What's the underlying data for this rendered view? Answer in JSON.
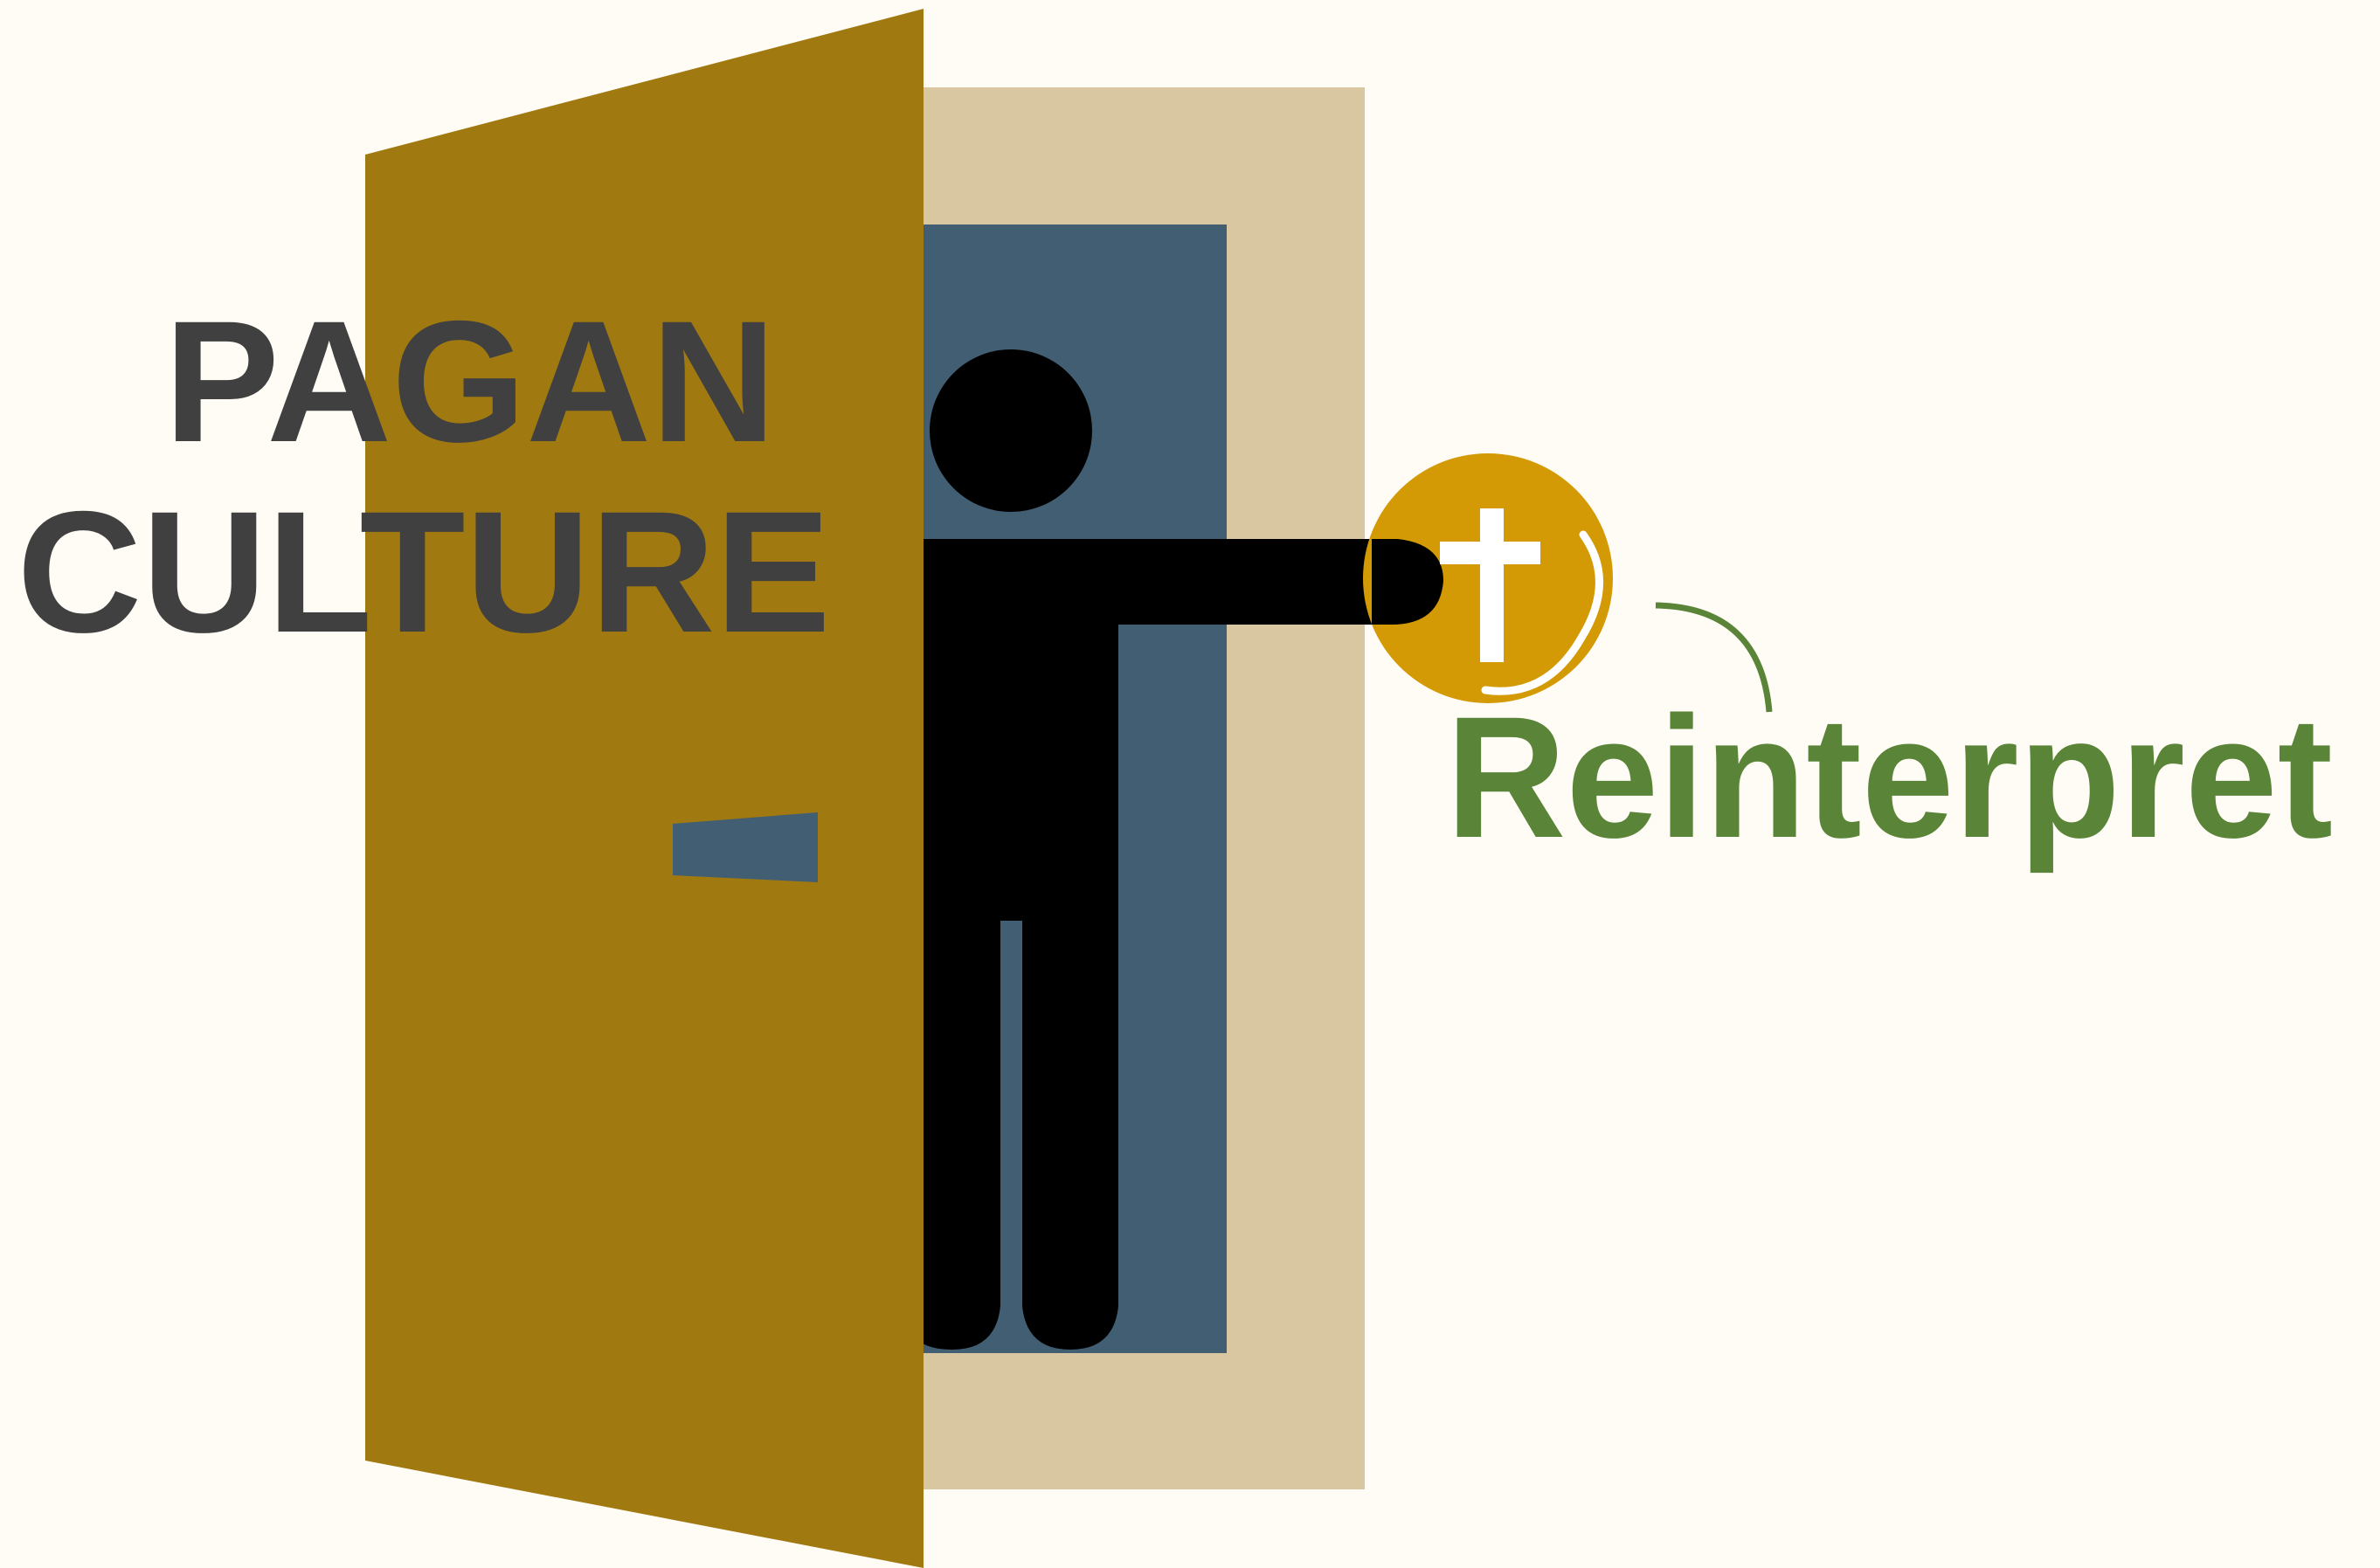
{
  "labels": {
    "pagan_line1": "PAGAN",
    "pagan_line2": "CULTURE",
    "reinterpret": "Reinterpret"
  },
  "colors": {
    "background": "#FFFCF5",
    "door_frame": "#D8C7A1",
    "doorway_opening": "#425E73",
    "door_leaf": "#A07A10",
    "door_handle": "#425E73",
    "figure": "#000000",
    "coin": "#D39A06",
    "cross": "#FFFFFF",
    "pagan_text": "#404040",
    "reinterpret_text": "#5A8438",
    "connector_line": "#5A8438"
  },
  "icons": {
    "figure": "person-silhouette-icon",
    "coin": "cross-coin-icon"
  }
}
